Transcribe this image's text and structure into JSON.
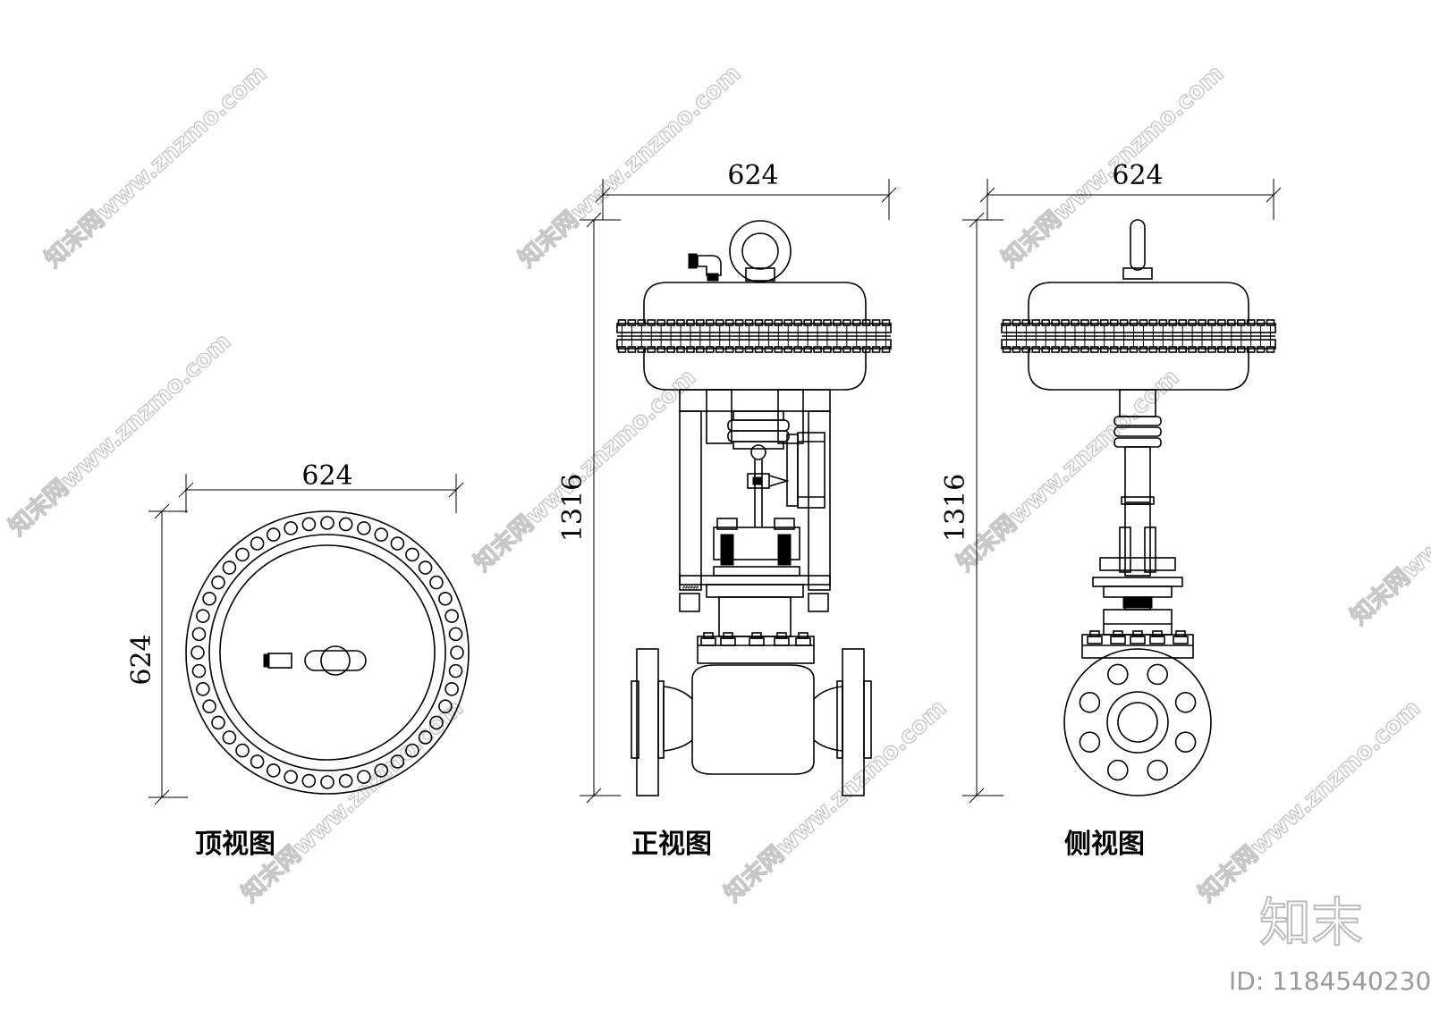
{
  "top_view": {
    "dim_width": "624",
    "dim_height": "624",
    "title": "顶视图"
  },
  "front_view": {
    "dim_width": "624",
    "dim_height": "1316",
    "title": "正视图"
  },
  "side_view": {
    "dim_width": "624",
    "dim_height": "1316",
    "title": "侧视图"
  },
  "watermark": {
    "text": "知末网www.znzmo.com",
    "brand": "知末",
    "id": "ID: 1184540230"
  },
  "colors": {
    "line": "#000000",
    "watermark_outline": "#c8c8c8",
    "id_text": "#9a9a9a"
  }
}
